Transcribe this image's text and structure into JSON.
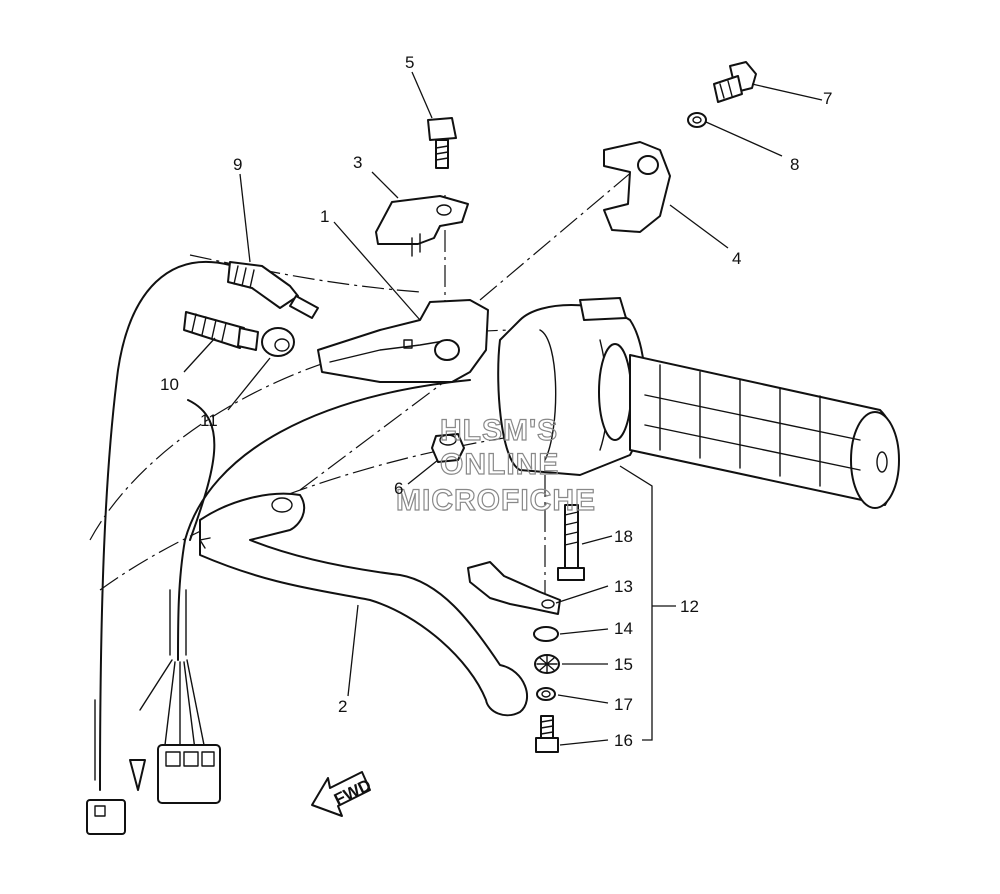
{
  "callouts": {
    "c1": "1",
    "c2": "2",
    "c3": "3",
    "c4": "4",
    "c5": "5",
    "c6": "6",
    "c7": "7",
    "c8": "8",
    "c9": "9",
    "c10": "10",
    "c11": "11",
    "c12": "12",
    "c13": "13",
    "c14": "14",
    "c15": "15",
    "c16": "16",
    "c17": "17",
    "c18": "18"
  },
  "watermark": {
    "line1": "HLSM'S",
    "line2": "ONLINE",
    "line3": "MICROFICHE"
  },
  "direction_label": "FWD"
}
